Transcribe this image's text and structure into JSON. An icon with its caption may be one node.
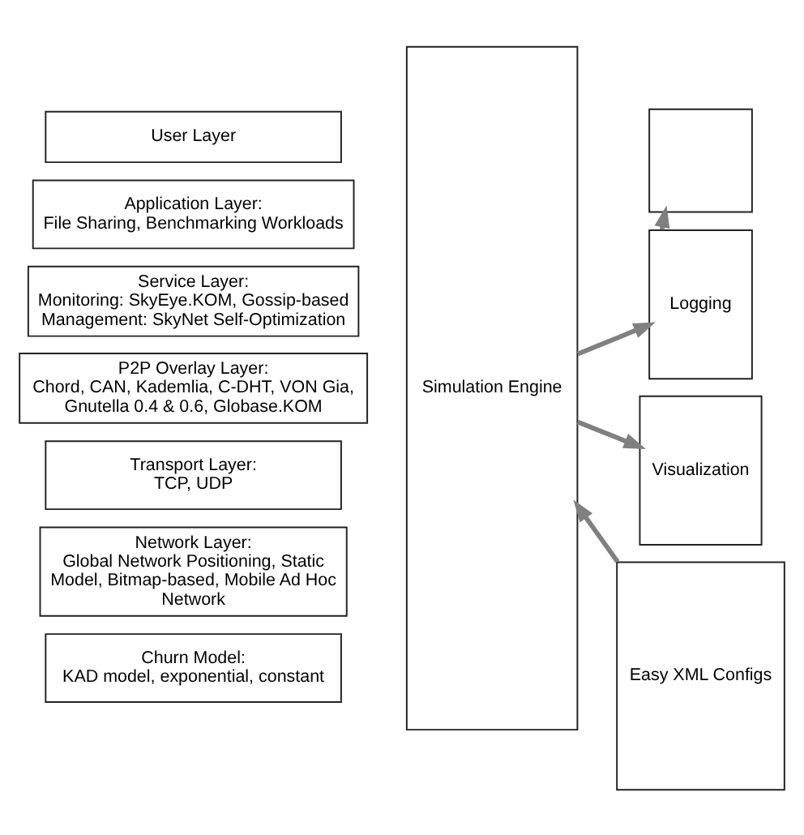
{
  "diagram": {
    "nodes": [
      {
        "text": [
          "User Layer"
        ]
      },
      {
        "text": [
          "Application Layer: File Sharing, Benchmarking Workloads"
        ]
      },
      {
        "text": [
          "Service Layer: Monitoring: SkyEye.KOM, Gossip-based Management: SkyNet Self-Optimization"
        ]
      },
      {
        "text": [
          "P2P Overlay Layer: Chord, CAN, Kademlia, C-DHT, VON Gia, Gnutella 0.4 & 0.6, Globase.KOM"
        ]
      },
      {
        "text": [
          "Transport Layer: TCP, UDP"
        ]
      },
      {
        "text": [
          "Network Layer: Global Network Positioning, Static Model, Bitmap-based, Mobile Ad Hoc Network"
        ]
      },
      {
        "text": [
          "Churn Model: KAD model, exponential, constant"
        ]
      },
      {
        "text": [
          "Simulation Engine"
        ]
      },
      {
        "text": [],
        "shape": "box"
      },
      {
        "text": [
          "Logging"
        ]
      },
      {
        "text": [
          "Visualization"
        ]
      },
      {
        "text": [
          "Easy XML Configs"
        ]
      }
    ],
    "edges": [
      {
        "from": 7,
        "to": 9,
        "arrow": "to"
      },
      {
        "from": 9,
        "to": 8,
        "arrow": "to"
      },
      {
        "from": 7,
        "to": 10,
        "arrow": "to"
      },
      {
        "from": 11,
        "to": 7,
        "arrow": "to"
      }
    ]
  }
}
